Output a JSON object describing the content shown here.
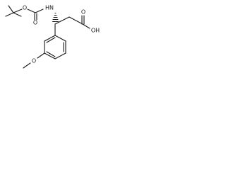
{
  "atoms": {
    "boc_o_ester": "O",
    "boc_o_carbonyl": "O",
    "nh": "HN",
    "acid_o": "O",
    "acid_oh": "OH",
    "methoxy_o": "O"
  }
}
